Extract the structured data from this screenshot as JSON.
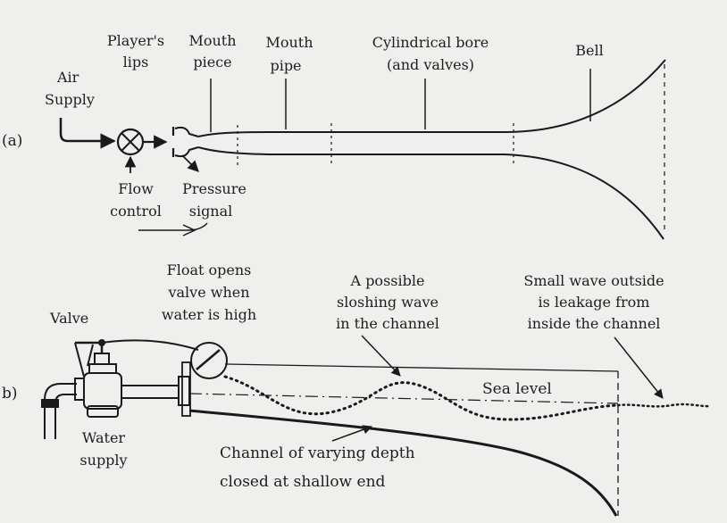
{
  "panel_a": {
    "tag": "(a)",
    "labels": {
      "air_1": "Air",
      "air_2": "Supply",
      "lips_1": "Player's",
      "lips_2": "lips",
      "mouthpiece_1": "Mouth",
      "mouthpiece_2": "piece",
      "mouthpipe_1": "Mouth",
      "mouthpipe_2": "pipe",
      "bore_1": "Cylindrical bore",
      "bore_2": "(and valves)",
      "bell": "Bell",
      "flow_1": "Flow",
      "flow_2": "control",
      "pressure_1": "Pressure",
      "pressure_2": "signal"
    }
  },
  "panel_b": {
    "tag": "b)",
    "labels": {
      "valve": "Valve",
      "float_1": "Float opens",
      "float_2": "valve when",
      "float_3": "water is high",
      "slosh_1": "A possible",
      "slosh_2": "sloshing wave",
      "slosh_3": "in the channel",
      "small_1": "Small wave outside",
      "small_2": "is leakage from",
      "small_3": "inside the channel",
      "sea": "Sea level",
      "water_1": "Water",
      "water_2": "supply",
      "channel_1": "Channel of varying depth",
      "channel_2": "closed at shallow end"
    }
  }
}
